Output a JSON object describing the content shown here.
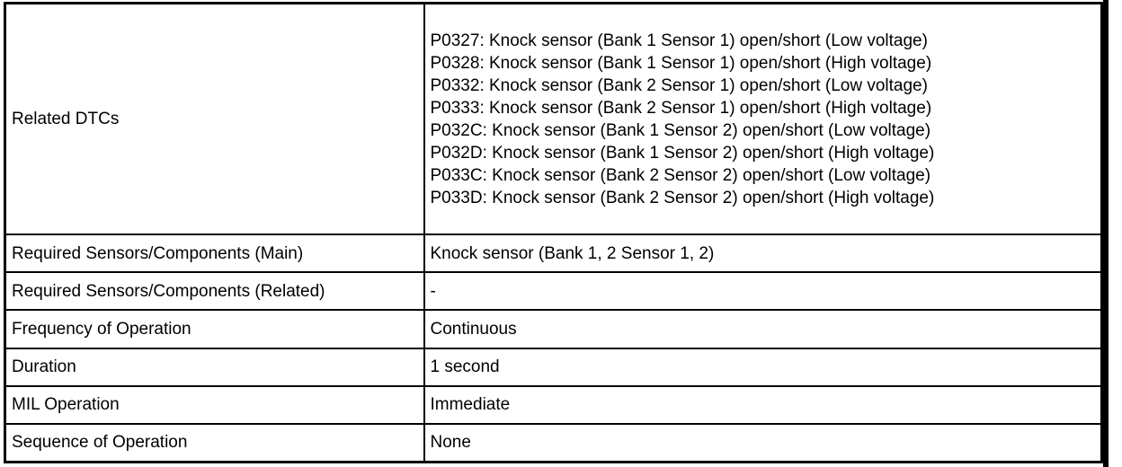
{
  "rows": [
    {
      "label": "Related DTCs",
      "values": [
        "P0327: Knock sensor (Bank 1 Sensor 1) open/short (Low voltage)",
        "P0328: Knock sensor (Bank 1 Sensor 1) open/short (High voltage)",
        "P0332: Knock sensor (Bank 2 Sensor 1) open/short (Low voltage)",
        "P0333: Knock sensor (Bank 2 Sensor 1) open/short (High voltage)",
        "P032C: Knock sensor (Bank 1 Sensor 2) open/short (Low voltage)",
        "P032D: Knock sensor (Bank 1 Sensor 2) open/short (High voltage)",
        "P033C: Knock sensor (Bank 2 Sensor 2) open/short (Low voltage)",
        "P033D: Knock sensor (Bank 2 Sensor 2) open/short (High voltage)"
      ]
    },
    {
      "label": "Required Sensors/Components (Main)",
      "value": "Knock sensor (Bank 1, 2 Sensor 1, 2)"
    },
    {
      "label": "Required Sensors/Components (Related)",
      "value": "-"
    },
    {
      "label": "Frequency of Operation",
      "value": "Continuous"
    },
    {
      "label": "Duration",
      "value": "1 second"
    },
    {
      "label": "MIL Operation",
      "value": "Immediate"
    },
    {
      "label": "Sequence of Operation",
      "value": "None"
    }
  ]
}
